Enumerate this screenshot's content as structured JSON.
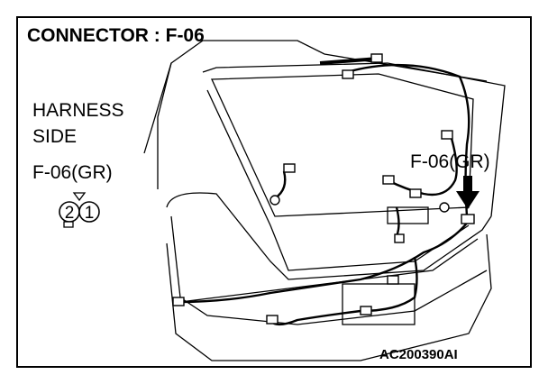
{
  "title": "CONNECTOR : F-06",
  "harness_side": [
    "HARNESS",
    "SIDE"
  ],
  "connector_label_left": "F-06(GR)",
  "connector_label_right": "F-06(GR)",
  "pins": [
    "2",
    "1"
  ],
  "figure_code": "AC200390AI"
}
